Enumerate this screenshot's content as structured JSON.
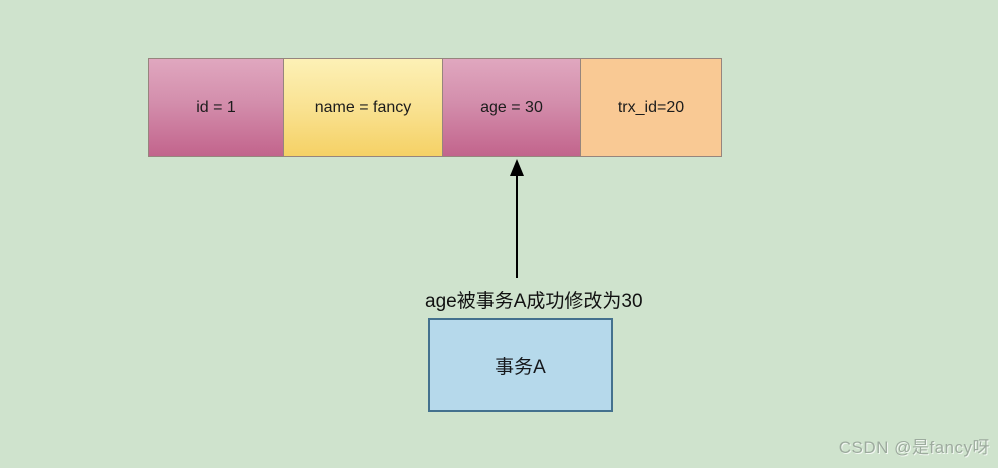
{
  "diagram": {
    "type": "database-row-transaction-diagram",
    "record_row": {
      "cells": [
        {
          "label": "id = 1"
        },
        {
          "label": "name = fancy"
        },
        {
          "label": "age = 30"
        },
        {
          "label": "trx_id=20"
        }
      ]
    },
    "annotation": {
      "text": "age被事务A成功修改为30"
    },
    "transaction_box": {
      "label": "事务A"
    },
    "arrow": {
      "direction": "up",
      "from": "transaction-box",
      "to": "age-cell"
    }
  },
  "watermark": {
    "text": "CSDN @是fancy呀"
  },
  "colors": {
    "background": "#cfe3cd",
    "cell_pink_top": "#e0a7bf",
    "cell_pink_bottom": "#c2648c",
    "cell_yellow_top": "#fdf1b6",
    "cell_yellow_bottom": "#f5d165",
    "cell_orange": "#f9c994",
    "cell_border": "#96857d",
    "box_fill": "#b6d9eb",
    "box_border": "#44718e",
    "arrow": "#000000",
    "text": "#111111",
    "watermark": "#9dab9e"
  }
}
